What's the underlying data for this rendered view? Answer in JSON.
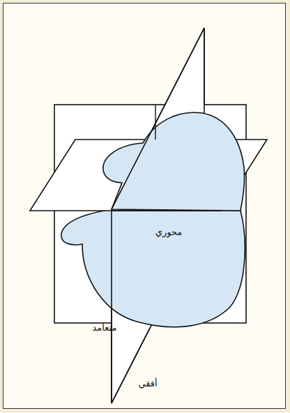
{
  "diagram": {
    "labels": [
      "محوري",
      "متعامد",
      "أفقي"
    ]
  }
}
